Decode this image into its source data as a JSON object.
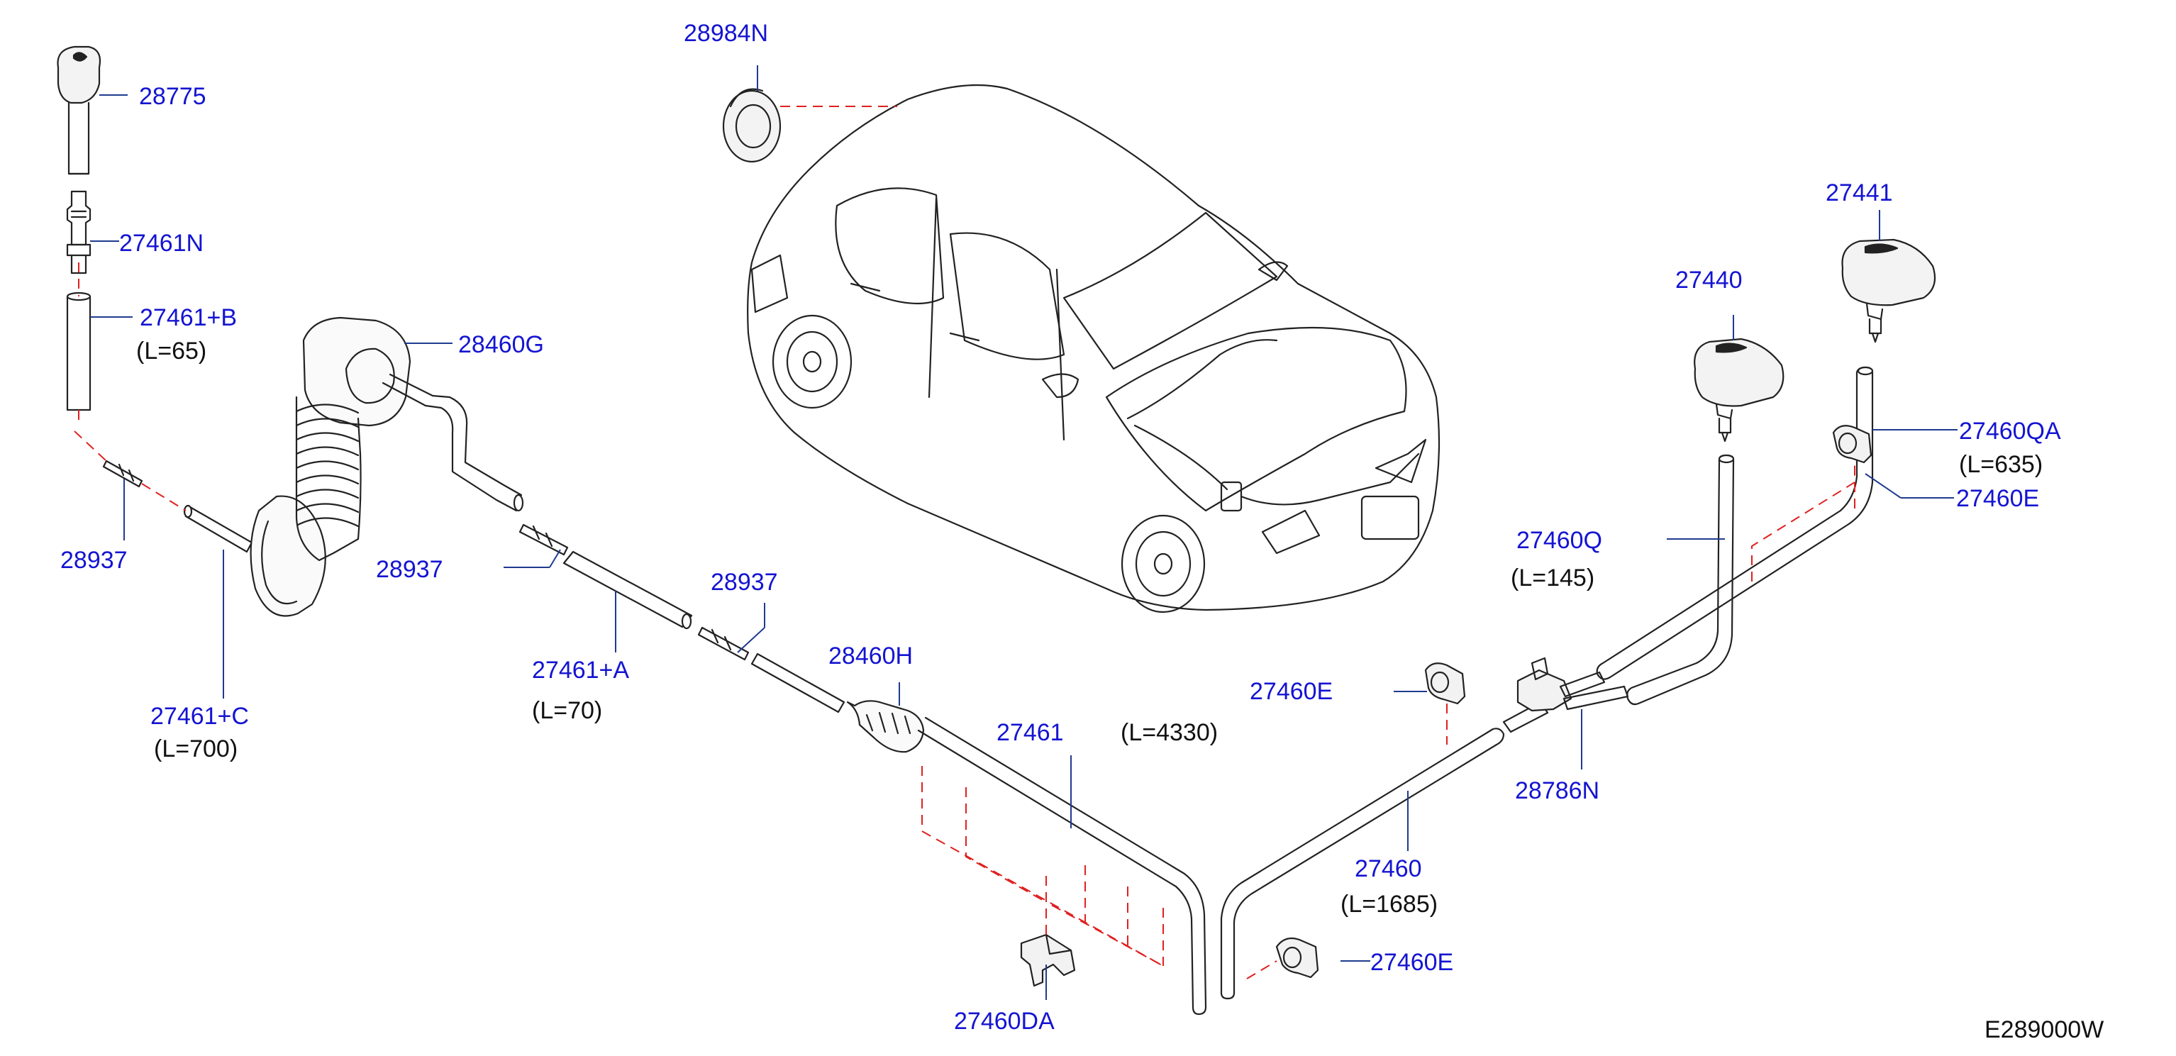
{
  "colors": {
    "part_number": "#1414d2",
    "length_note": "#111111",
    "drawing_line": "#222222",
    "leader_line": "#1f3b8f",
    "dashed_guide": "#e02020"
  },
  "labels": {
    "p28775": "28775",
    "p27461N": "27461N",
    "p27461B": "27461+B",
    "l27461B": "(L=65)",
    "p28937_a": "28937",
    "p27461C": "27461+C",
    "l27461C": "(L=700)",
    "p28460G": "28460G",
    "p28937_b": "28937",
    "p27461A": "27461+A",
    "l27461A": "(L=70)",
    "p28937_c": "28937",
    "p28984N": "28984N",
    "p28460H": "28460H",
    "p27461": "27461",
    "l27461": "(L=4330)",
    "p27460DA": "27460DA",
    "p27460E_a": "27460E",
    "p27460": "27460",
    "l27460": "(L=1685)",
    "p27460E_b": "27460E",
    "p28786N": "28786N",
    "p27460Q": "27460Q",
    "l27460Q": "(L=145)",
    "p27440": "27440",
    "p27441": "27441",
    "p27460QA": "27460QA",
    "l27460QA": "(L=635)",
    "p27460E_c": "27460E",
    "drawing_code": "E289000W"
  }
}
